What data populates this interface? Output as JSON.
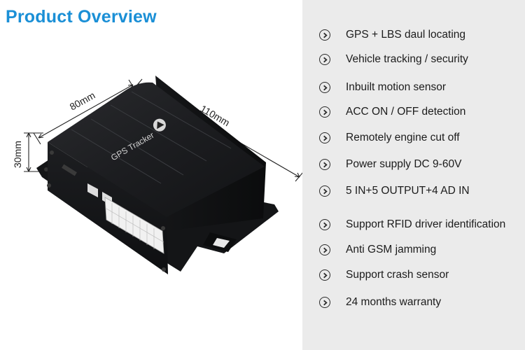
{
  "header": {
    "title": "Product Overview",
    "title_color": "#1a8fd6"
  },
  "product": {
    "dimensions": {
      "width_label": "80mm",
      "length_label": "110mm",
      "height_label": "30mm"
    },
    "logo_text": "GPS Tracker",
    "body_color": "#1b1c1e"
  },
  "features": {
    "icon": "chevron-right-circle-icon",
    "items": [
      "GPS + LBS daul locating",
      "Vehicle tracking / security",
      "Inbuilt motion sensor",
      "ACC ON / OFF detection",
      "Remotely engine cut off",
      "Power supply DC 9-60V",
      "5 IN+5 OUTPUT+4 AD IN",
      "Support RFID driver identification",
      "Anti GSM jamming",
      "Support crash sensor",
      "24 months warranty"
    ]
  },
  "colors": {
    "panel_background": "#ebebeb",
    "text": "#1c1c1c"
  }
}
